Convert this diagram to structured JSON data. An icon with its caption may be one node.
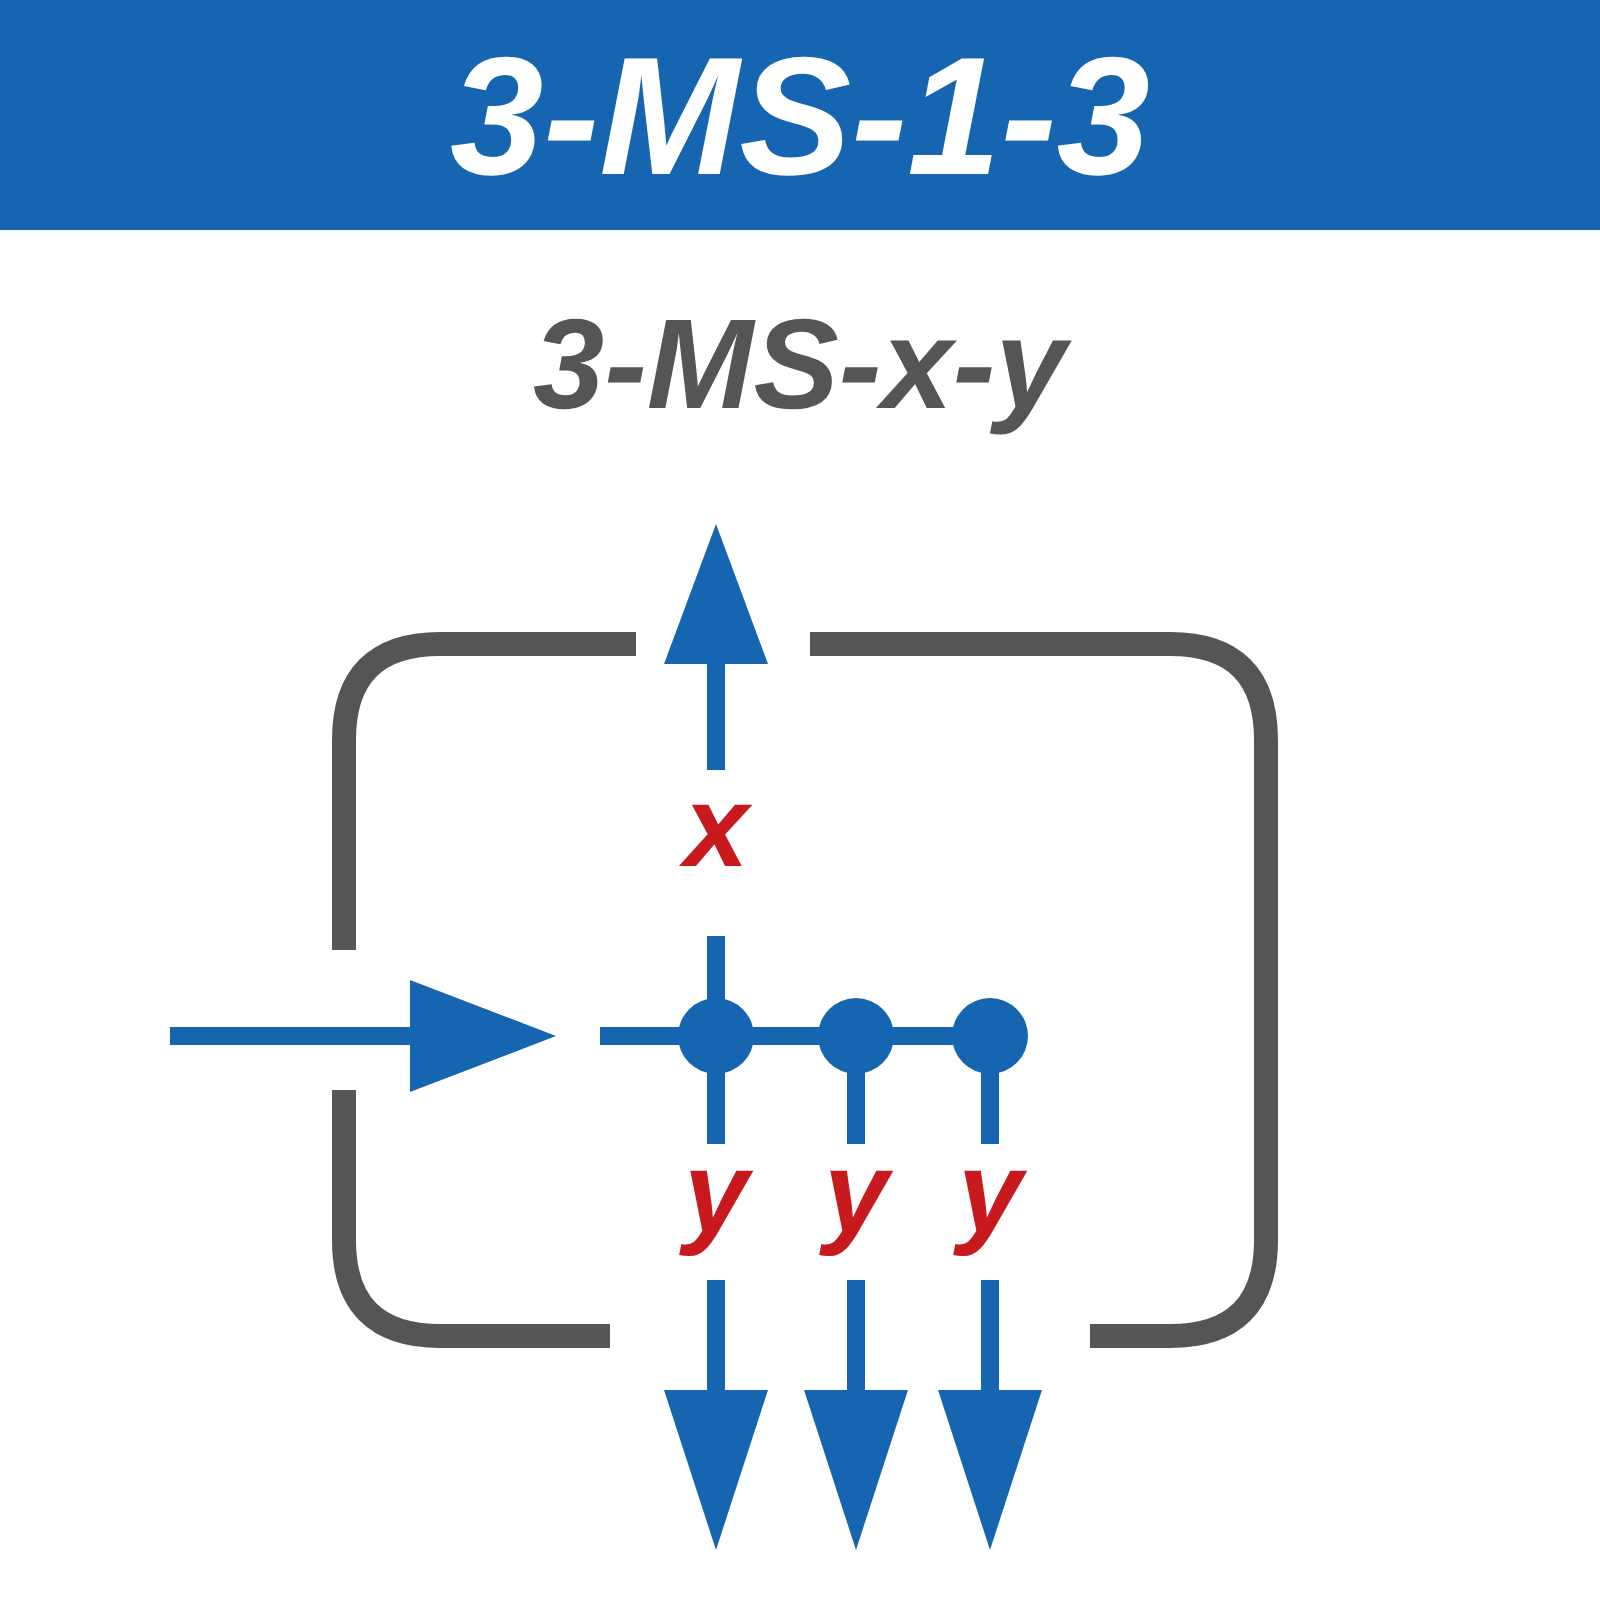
{
  "diagram": {
    "title": "3-MS-1-3",
    "labels": [
      "3-MS-x-y",
      "x",
      "y",
      "y",
      "y"
    ]
  }
}
